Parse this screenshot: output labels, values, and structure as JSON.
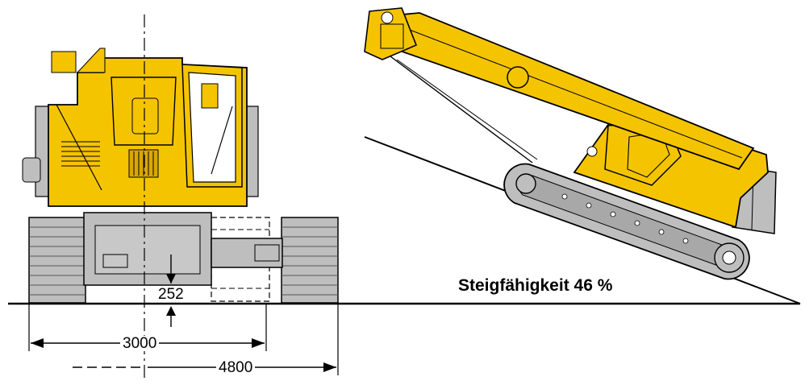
{
  "dimensions": {
    "ground_clearance": "252",
    "track_width_retracted": "3000",
    "track_width_extended": "4800"
  },
  "gradeability": {
    "label": "Steigfähigkeit 46 %"
  },
  "colors": {
    "machine_yellow": "#F5C400",
    "machine_yellow_dark": "#D9A800",
    "track_grey": "#BEBEBE",
    "track_grey_dark": "#8C8C8C",
    "line": "#000000"
  }
}
